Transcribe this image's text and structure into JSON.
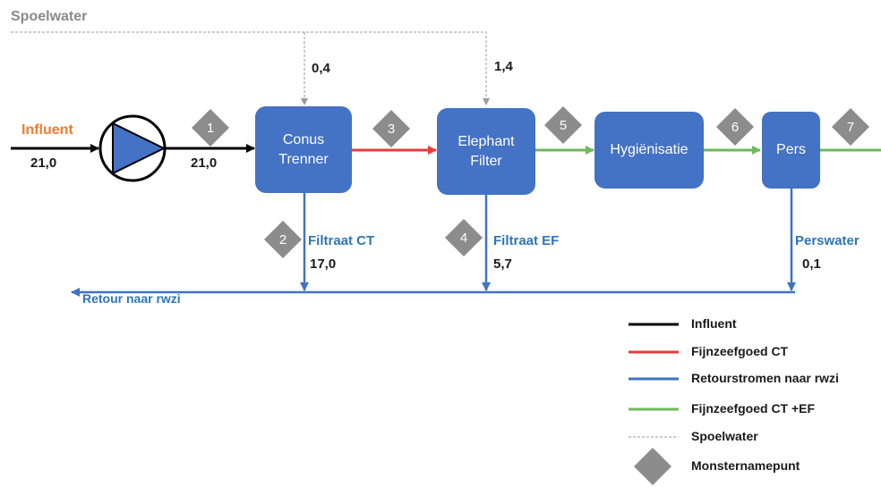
{
  "colors": {
    "process_box": "#4472C4",
    "influent_line": "#000000",
    "fijnzeefgoed_ct_line": "#E83A3A",
    "retour_line": "#3F73C0",
    "fijnzeefgoed_ct_ef_line": "#70B85A",
    "spoelwater_line": "#9a9a9a",
    "sample_point": "#8C8C8C"
  },
  "diagram": {
    "spoelwater_label": "Spoelwater",
    "influent_label": "Influent",
    "influent_in_value": "21,0",
    "pump_out_value": "21,0",
    "spoelwater_ct_value": "0,4",
    "spoelwater_ef_value": "1,4",
    "retour_label": "Retour naar rwzi",
    "processes": [
      {
        "id": "conus-trenner",
        "label": "Conus\nTrenner"
      },
      {
        "id": "elephant-filter",
        "label": "Elephant\nFilter"
      },
      {
        "id": "hygienisatie",
        "label": "Hygiënisatie"
      },
      {
        "id": "pers",
        "label": "Pers"
      }
    ],
    "filtrate": [
      {
        "label": "Filtraat CT",
        "value": "17,0"
      },
      {
        "label": "Filtraat EF",
        "value": "5,7"
      },
      {
        "label": "Perswater",
        "value": "0,1"
      }
    ],
    "sample_points": [
      "1",
      "2",
      "3",
      "4",
      "5",
      "6",
      "7"
    ]
  },
  "legend": {
    "items": [
      {
        "label": "Influent",
        "style": "solid",
        "color": "#000000"
      },
      {
        "label": "Fijnzeefgoed CT",
        "style": "solid",
        "color": "#E83A3A"
      },
      {
        "label": "Retourstromen naar rwzi",
        "style": "solid",
        "color": "#3F73C0"
      },
      {
        "label": "Fijnzeefgoed CT +EF",
        "style": "solid",
        "color": "#70B85A"
      },
      {
        "label": "Spoelwater",
        "style": "dashed",
        "color": "#9a9a9a"
      },
      {
        "label": "Monsternamepunt",
        "style": "diamond",
        "color": "#8C8C8C"
      }
    ]
  }
}
